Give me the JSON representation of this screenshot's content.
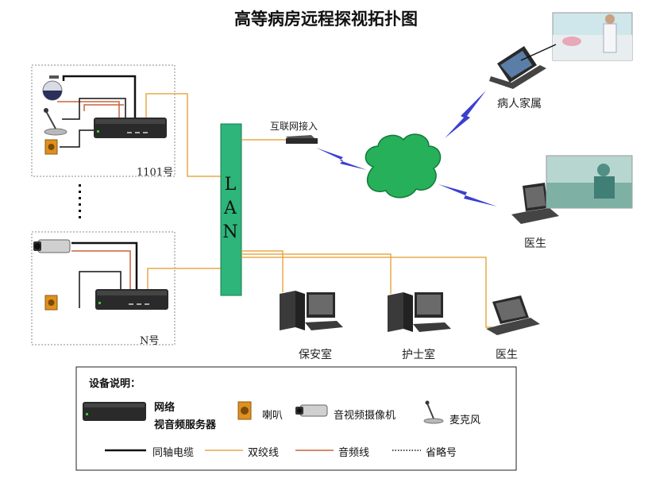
{
  "title": "高等病房远程探视拓扑图",
  "rooms": [
    {
      "label": "1101号"
    },
    {
      "label": "N号"
    }
  ],
  "lan_letters": [
    "L",
    "A",
    "N"
  ],
  "internet_access": "互联网接入",
  "remote_clients": [
    {
      "label": "病人家属"
    },
    {
      "label": "医生"
    }
  ],
  "local_clients": [
    {
      "label": "保安室"
    },
    {
      "label": "护士室"
    },
    {
      "label": "医生"
    }
  ],
  "legend": {
    "title": "设备说明：",
    "devices": {
      "server_line1": "网络",
      "server_line2": "视音频服务器",
      "speaker": "喇叭",
      "camera": "音视频摄像机",
      "mic": "麦克风"
    },
    "lines": {
      "coax": "同轴电缆",
      "twisted": "双绞线",
      "audio": "音频线",
      "ellipsis": "省略号"
    }
  },
  "colors": {
    "coax": "#111111",
    "twisted": "#e8a94a",
    "audio": "#c8643c",
    "lan": "#2db57a",
    "cloud": "#26b05a",
    "lightning": "#3a3fd0",
    "speaker": "#e0901e"
  }
}
